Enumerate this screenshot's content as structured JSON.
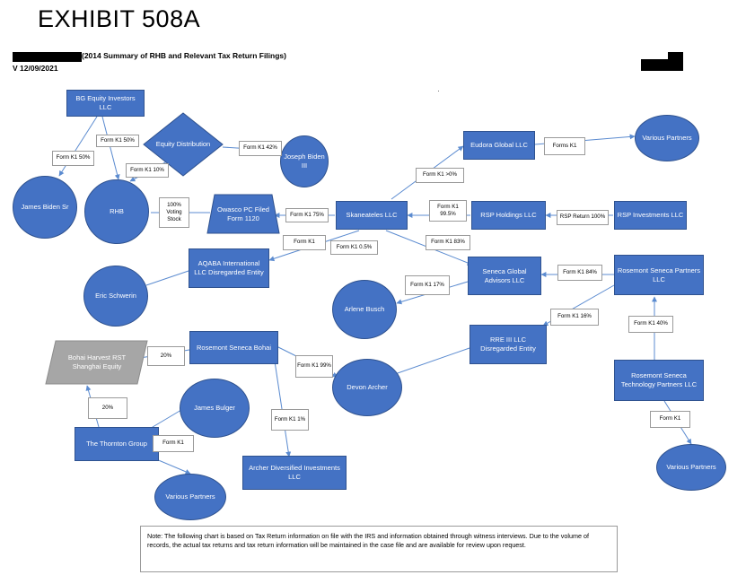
{
  "header": {
    "exhibit": "EXHIBIT 508A",
    "subtitle": "(2014 Summary of RHB and Relevant Tax Return Filings)",
    "version": "V 12/09/2021"
  },
  "entities": {
    "bg_equity": "BG Equity Investors LLC",
    "equity_distribution": "Equity Distribution",
    "joseph_biden": "Joseph Biden III",
    "james_biden": "James Biden Sr",
    "rhb": "RHB",
    "owasco": "Owasco PC Filed Form 1120",
    "skaneateles": "Skaneateles LLC",
    "eudora": "Eudora Global LLC",
    "various_partners_top": "Various Partners",
    "rsp_holdings": "RSP Holdings LLC",
    "rsp_investments": "RSP Investments LLC",
    "aqaba": "AQABA International LLC Disregarded Entity",
    "eric": "Eric Schwerin",
    "seneca_global": "Seneca Global Advisors LLC",
    "rosemont_seneca_partners": "Rosemont Seneca Partners LLC",
    "arlene": "Arlene Busch",
    "rre": "RRE III LLC Disregarded Entity",
    "rosemont_bohai": "Rosemont Seneca Bohai",
    "bohai_harvest": "Bohai Harvest RST Shanghai Equity",
    "devon": "Devon Archer",
    "rosemont_tech": "Rosemont Seneca Technology Partners LLC",
    "james_bulger": "James Bulger",
    "thornton": "The Thornton Group",
    "archer_diversified": "Archer Diversified Investments LLC",
    "various_partners_bottom": "Various Partners",
    "various_partners_right": "Various Partners"
  },
  "labels": {
    "bg_to_rhb": "Form K1 50%",
    "bg_to_james": "Form K1 50%",
    "eq_to_rhb": "Form K1 10%",
    "eq_to_joseph": "Form K1 42%",
    "rhb_owasco": "100% Voting Stock",
    "owasco_skan": "Form K1 75%",
    "skan_eudora": "Form K1 >0%",
    "eudora_partners": "Forms K1",
    "rsp_to_skan": "Form K1 99.5%",
    "rsp_inv_to_hold": "RSP Return 100%",
    "skan_aqaba": "Form K1",
    "skan_aqaba2": "Form K1 0.5%",
    "skan_seneca": "Form K1 83%",
    "seneca_arlene": "Form K1 17%",
    "rsp_seneca": "Form K1 84%",
    "rsp_rre": "Form K1 16%",
    "tech_rsp": "Form K1 40%",
    "tech_partners": "Form K1",
    "bohai_harvest": "20%",
    "bohai_devon": "Form K1 99%",
    "bohai_archer": "Form K1 1%",
    "thornton_harvest": "20%",
    "thornton_bulger": "Form K1"
  },
  "note": "Note: The following chart is based on Tax Return information on file with the IRS and information obtained through witness interviews. Due to the volume of records, the actual tax returns and tax return information will be maintained in the case file and are available for review upon request.",
  "colors": {
    "node_fill": "#4472c4",
    "node_border": "#2f528f",
    "shanghai_fill": "#a6a6a6",
    "connector": "#5b8bd0"
  }
}
